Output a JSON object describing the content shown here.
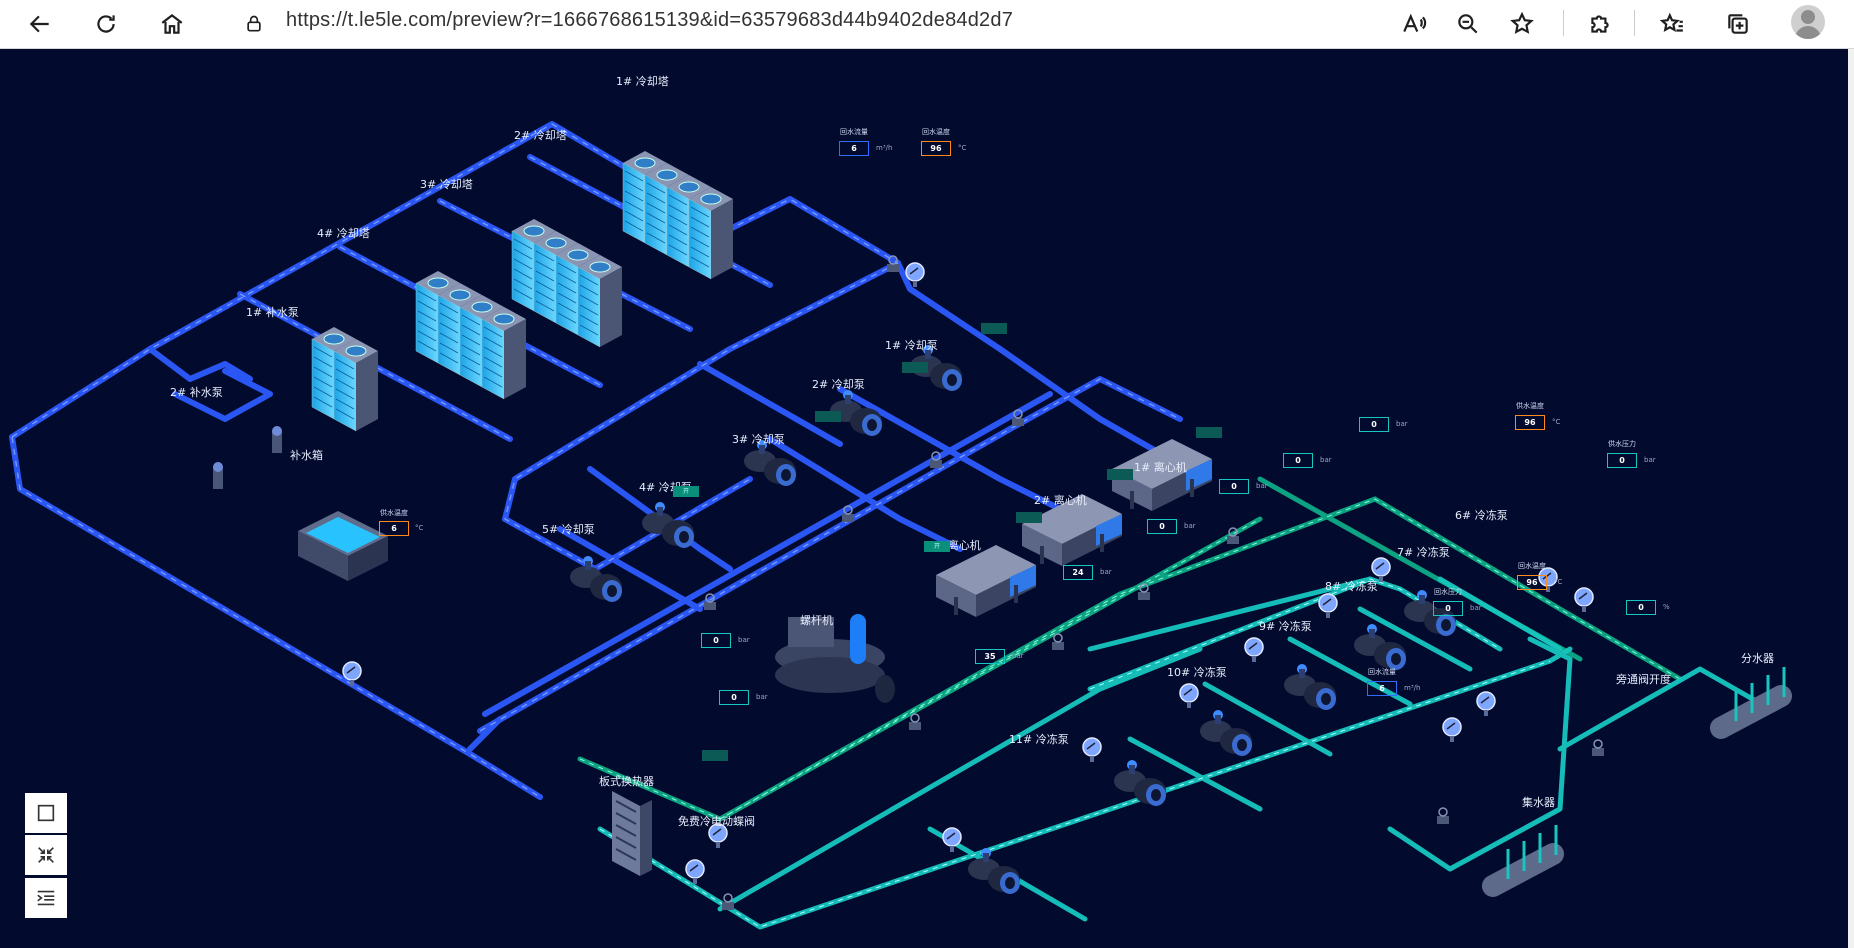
{
  "browser": {
    "url": "https://t.le5le.com/preview?r=1666768615139&id=63579683d44b9402de84d2d7"
  },
  "equipment": {
    "tower1": "1# 冷却塔",
    "tower2": "2# 冷却塔",
    "tower3": "3# 冷却塔",
    "tower4": "4# 冷却塔",
    "mpump1": "1# 补水泵",
    "mpump2": "2# 补水泵",
    "tank": "补水箱",
    "cpump1": "1# 冷却泵",
    "cpump2": "2# 冷却泵",
    "cpump3": "3# 冷却泵",
    "cpump4": "4# 冷却泵",
    "cpump5": "5# 冷却泵",
    "chiller1": "1# 离心机",
    "chiller2": "2# 离心机",
    "chiller3": "3# 离心机",
    "screw": "螺杆机",
    "fpump6": "6# 冷冻泵",
    "fpump7": "7# 冷冻泵",
    "fpump8": "8# 冷冻泵",
    "fpump9": "9# 冷冻泵",
    "fpump10": "10# 冷冻泵",
    "fpump11": "11# 冷冻泵",
    "hex": "板式换热器",
    "valve_fc": "免费冷电动蝶阀",
    "collector": "集水器",
    "distributor": "分水器",
    "bypass": "旁通阀开度"
  },
  "sensors": {
    "ret_flow_top_label": "回水流量",
    "ret_flow_top_val": "6",
    "ret_flow_top_unit": "m³/h",
    "ret_temp_top_label": "回水温度",
    "ret_temp_top_val": "96",
    "ret_temp_top_unit": "°C",
    "sup_temp_left_label": "供水温度",
    "sup_temp_left_val": "6",
    "sup_temp_left_unit": "°C",
    "sup_temp_right_label": "供水温度",
    "sup_temp_right_val": "96",
    "sup_temp_right_unit": "°C",
    "sup_press_label": "供水压力",
    "sup_press_val": "0",
    "sup_press_unit": "bar",
    "ret_temp_right_label": "回水温度",
    "ret_temp_right_val": "96",
    "ret_temp_right_unit": "°C",
    "ret_press_label": "回水压力",
    "ret_press_val": "0",
    "ret_press_unit": "bar",
    "ret_flow_bot_label": "回水流量",
    "ret_flow_bot_val": "6",
    "ret_flow_bot_unit": "m³/h",
    "bypass_val": "0",
    "bypass_unit": "%",
    "p_a": "0",
    "p_b": "0",
    "p_c": "0",
    "p_d": "0",
    "p_e": "24",
    "p_f": "35",
    "p_g": "0",
    "p_h": "0",
    "bar": "bar"
  },
  "tags": {
    "on": "开"
  },
  "colors": {
    "canvas_bg": "#020a2e",
    "pipe_blue": "#2d5bff",
    "pipe_teal": "#17c6c0",
    "pipe_green": "#0fb38a",
    "box_blue": "#2f6dff",
    "box_orange": "#ff8a1c",
    "box_teal": "#17c6c0"
  },
  "controls": {
    "icons": [
      "square-icon",
      "collapse-icon",
      "menu-indent-icon"
    ]
  }
}
